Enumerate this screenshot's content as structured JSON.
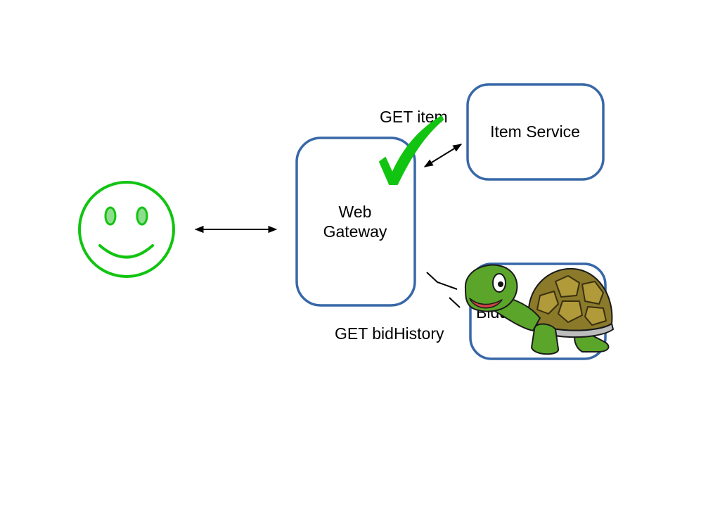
{
  "colors": {
    "box_stroke": "#3868a8",
    "smiley": "#11c411",
    "check": "#11c411",
    "arrow": "#000000",
    "turtle_skin": "#5aa52a",
    "turtle_shell": "#8a7a2a"
  },
  "nodes": {
    "web_gateway": {
      "line1": "Web",
      "line2": "Gateway"
    },
    "item_service": {
      "label": "Item Service"
    },
    "bidding_service": {
      "label": "Biddi"
    }
  },
  "edges": {
    "get_item": {
      "label": "GET item"
    },
    "get_bid_history": {
      "label": "GET bidHistory"
    }
  },
  "icons": {
    "user": "smiley-face-icon",
    "success": "checkmark-icon",
    "slow": "turtle-icon"
  }
}
